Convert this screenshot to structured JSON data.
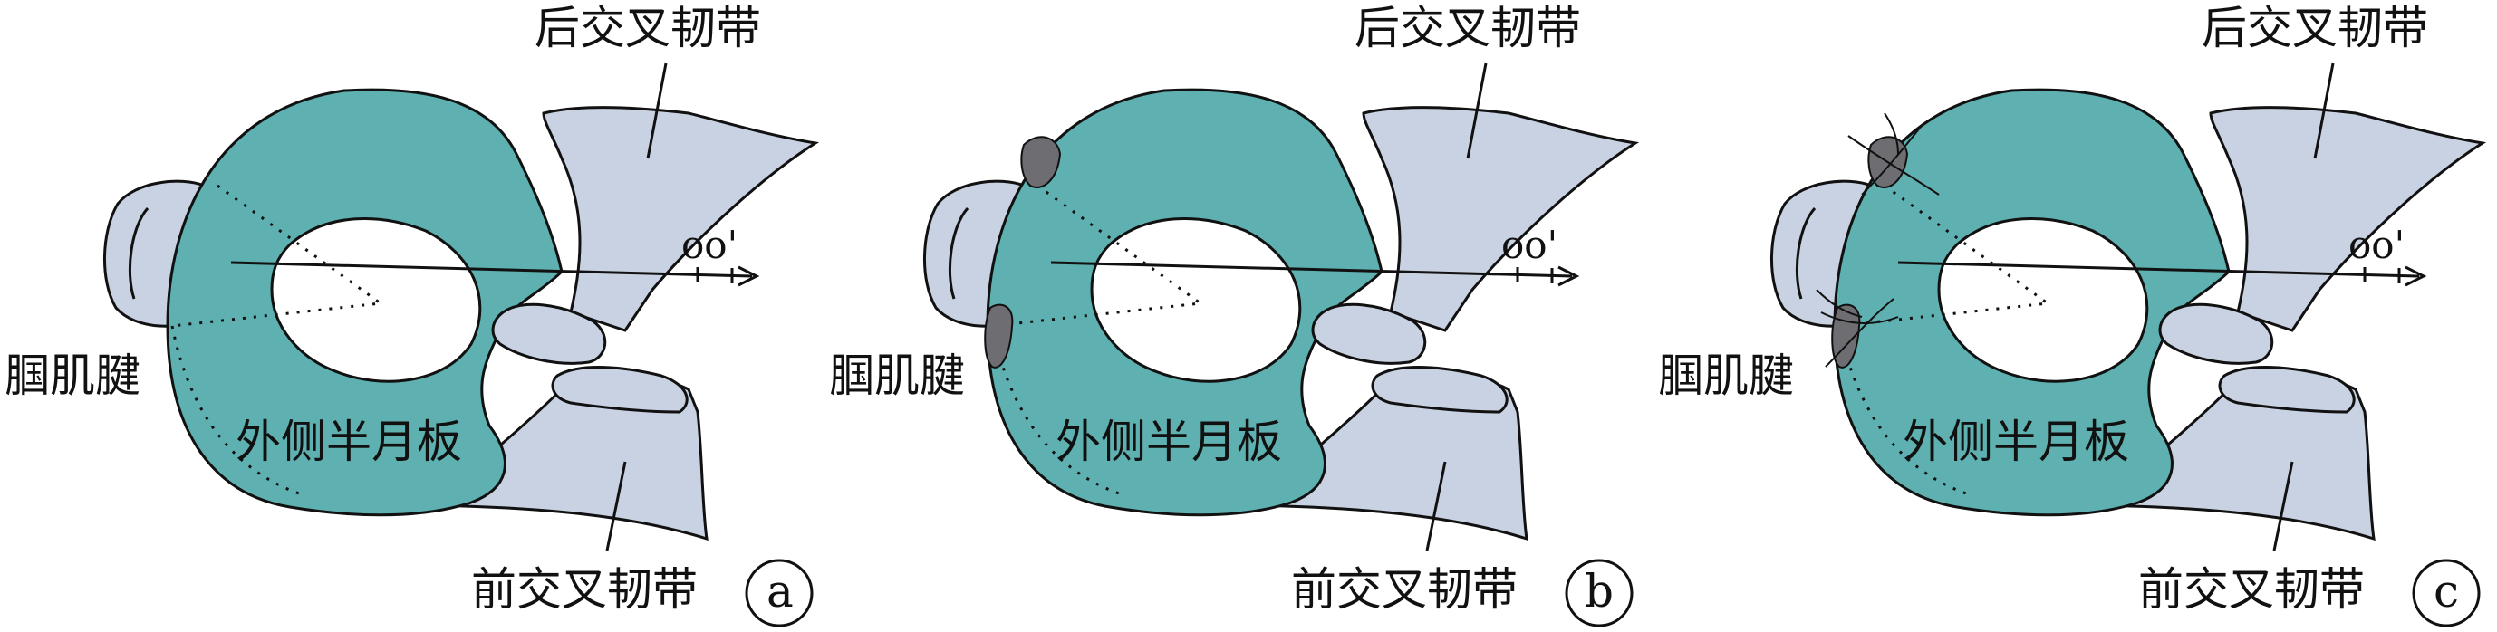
{
  "panels": [
    {
      "letter": "a",
      "labels": {
        "pcl": "后交叉韧带",
        "acl": "前交叉韧带",
        "popliteus": "腘肌腱",
        "meniscus": "外侧半月板",
        "axis": "oo'"
      },
      "variant": "plain"
    },
    {
      "letter": "b",
      "labels": {
        "pcl": "后交叉韧带",
        "acl": "前交叉韧带",
        "popliteus": "腘肌腱",
        "meniscus": "外侧半月板",
        "axis": "oo'"
      },
      "variant": "lesion"
    },
    {
      "letter": "c",
      "labels": {
        "pcl": "后交叉韧带",
        "acl": "前交叉韧带",
        "popliteus": "腘肌腱",
        "meniscus": "外侧半月板",
        "axis": "oo'"
      },
      "variant": "sutured"
    }
  ],
  "colors": {
    "meniscus": "#5fb0b0",
    "ligament": "#c9d2e2",
    "tendon": "#c9d2e2",
    "lesion": "#6d6d72",
    "outline": "#111111"
  }
}
